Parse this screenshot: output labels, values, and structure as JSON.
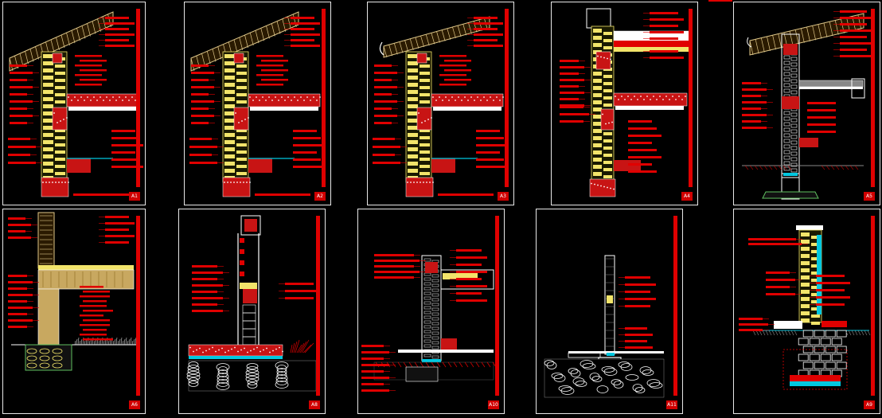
{
  "drawing": {
    "colors": {
      "background": "#000000",
      "annotation_red": "#e00000",
      "frame": "#e8e8e8",
      "brick_yellow": "#f2e46a",
      "insulation_red": "#c81414",
      "timber_tan": "#e0c88a",
      "dpc_cyan": "#00c8e0",
      "rubble_white": "#ffffff",
      "ground_green": "#60c060"
    },
    "sheets": [
      {
        "id": "A1",
        "kind": "eaves-pitched-roof"
      },
      {
        "id": "A2",
        "kind": "eaves-pitched-roof"
      },
      {
        "id": "A3",
        "kind": "eaves-gutter"
      },
      {
        "id": "A4",
        "kind": "parapet-flat-roof"
      },
      {
        "id": "A5",
        "kind": "eaves-foundation"
      },
      {
        "id": "A6",
        "kind": "timber-floor-footing"
      },
      {
        "id": "A8",
        "kind": "wall-base-rubble"
      },
      {
        "id": "A10",
        "kind": "wall-floor-junction"
      },
      {
        "id": "A11",
        "kind": "thin-wall-footing"
      },
      {
        "id": "A9",
        "kind": "brick-footing"
      }
    ]
  }
}
